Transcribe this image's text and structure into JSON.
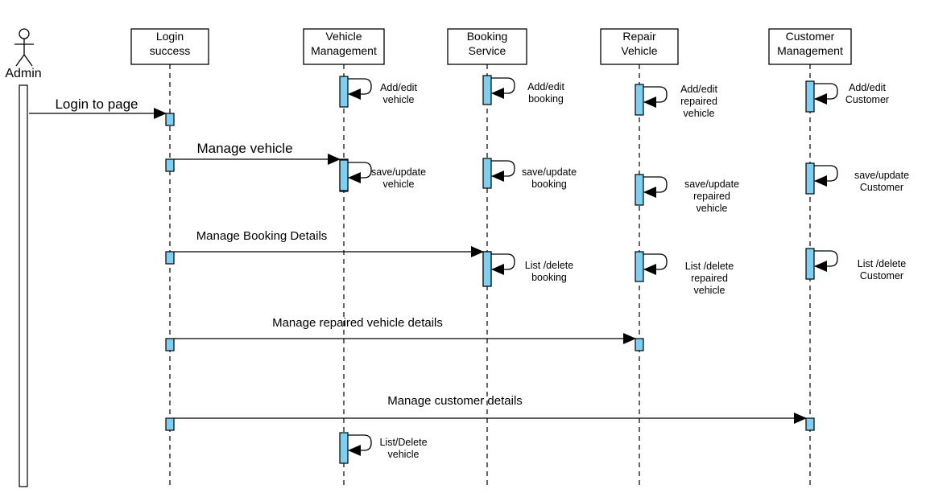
{
  "actor": {
    "label": "Admin"
  },
  "participants": [
    {
      "id": "login",
      "lines": [
        "Login",
        "success"
      ]
    },
    {
      "id": "vehicle",
      "lines": [
        "Vehicle",
        "Management"
      ]
    },
    {
      "id": "booking",
      "lines": [
        "Booking",
        "Service"
      ]
    },
    {
      "id": "repair",
      "lines": [
        "Repair",
        "Vehicle"
      ]
    },
    {
      "id": "customer",
      "lines": [
        "Customer",
        "Management"
      ]
    }
  ],
  "messages": [
    {
      "from": "actor",
      "to": "login",
      "label": "Login to page"
    },
    {
      "from": "login",
      "to": "vehicle",
      "label": "Manage vehicle"
    },
    {
      "from": "login",
      "to": "booking",
      "label": "Manage Booking Details"
    },
    {
      "from": "login",
      "to": "repair",
      "label": "Manage repaired vehicle details"
    },
    {
      "from": "login",
      "to": "customer",
      "label": "Manage customer details"
    }
  ],
  "self_messages": [
    {
      "participant": "vehicle",
      "lines": [
        "Add/edit",
        "vehicle"
      ]
    },
    {
      "participant": "vehicle",
      "lines": [
        "save/update",
        "vehicle"
      ]
    },
    {
      "participant": "vehicle",
      "lines": [
        "List/Delete",
        "vehicle"
      ]
    },
    {
      "participant": "booking",
      "lines": [
        "Add/edit",
        "booking"
      ]
    },
    {
      "participant": "booking",
      "lines": [
        "save/update",
        "booking"
      ]
    },
    {
      "participant": "booking",
      "lines": [
        "List /delete",
        "booking"
      ]
    },
    {
      "participant": "repair",
      "lines": [
        "Add/edit",
        "repaired",
        "vehicle"
      ]
    },
    {
      "participant": "repair",
      "lines": [
        "save/update",
        "repaired",
        "vehicle"
      ]
    },
    {
      "participant": "repair",
      "lines": [
        "List /delete",
        "repaired",
        "vehicle"
      ]
    },
    {
      "participant": "customer",
      "lines": [
        "Add/edit",
        "Customer"
      ]
    },
    {
      "participant": "customer",
      "lines": [
        "save/update",
        "Customer"
      ]
    },
    {
      "participant": "customer",
      "lines": [
        "List /delete",
        "Customer"
      ]
    }
  ],
  "colors": {
    "activation": "#7ecff0",
    "line": "#000000"
  }
}
